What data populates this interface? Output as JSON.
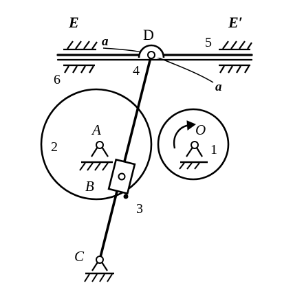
{
  "labels": {
    "E": "E",
    "E_prime": "E′",
    "D": "D",
    "a_left": "a",
    "a_right": "a",
    "n5": "5",
    "n6": "6",
    "n4": "4",
    "A": "A",
    "n2": "2",
    "B": "B",
    "n3": "3",
    "O": "O",
    "n1": "1",
    "C": "C"
  },
  "colors": {
    "ink": "#000000",
    "paper": "#ffffff"
  }
}
